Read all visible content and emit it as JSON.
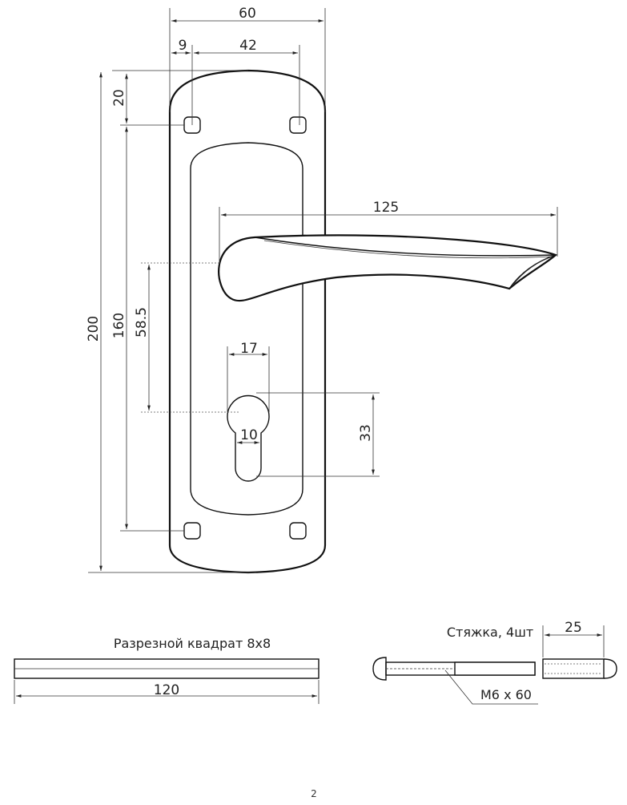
{
  "dimensions": {
    "width_total": "60",
    "hole_offset": "9",
    "hole_spacing_h": "42",
    "top_offset": "20",
    "height_total": "200",
    "hole_spacing_v": "160",
    "handle_to_key": "58.5",
    "handle_length": "125",
    "key_width": "17",
    "key_slot": "10",
    "key_height": "33"
  },
  "parts": {
    "spindle_label": "Разрезной квадрат 8х8",
    "spindle_length": "120",
    "bolt_label": "Стяжка, 4шт",
    "bolt_length": "25",
    "bolt_size": "М6 х 60"
  },
  "page_number": "2"
}
